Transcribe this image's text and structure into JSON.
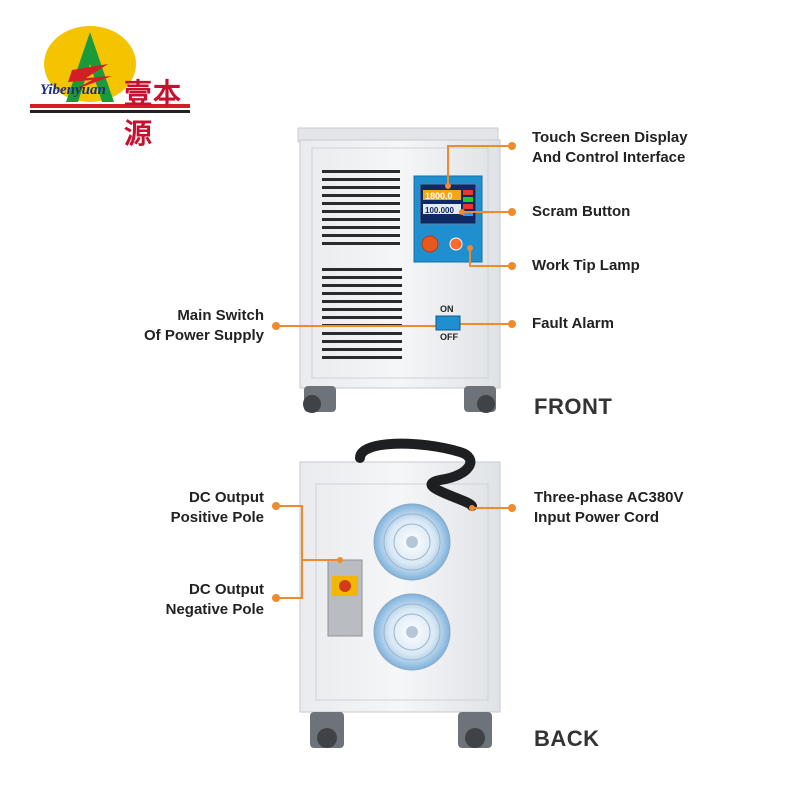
{
  "logo": {
    "letter": "A",
    "name_en": "Yibenyuan",
    "name_cn": "壹本源",
    "colors": {
      "yellow": "#f5c400",
      "green": "#1b9a3c",
      "red": "#d21f26",
      "navy": "#1a2a8a"
    }
  },
  "front": {
    "section_title": "FRONT",
    "screen_line1": "1800.0",
    "screen_line2": "100.000",
    "switch_on": "ON",
    "switch_off": "OFF",
    "callouts": {
      "touch_screen_1": "Touch Screen Display",
      "touch_screen_2": "And Control Interface",
      "scram": "Scram Button",
      "lamp": "Work Tip Lamp",
      "fault": "Fault Alarm",
      "main_switch_1": "Main Switch",
      "main_switch_2": "Of Power Supply"
    }
  },
  "back": {
    "section_title": "BACK",
    "callouts": {
      "pos_1": "DC Output",
      "pos_2": "Positive Pole",
      "neg_1": "DC Output",
      "neg_2": "Negative Pole",
      "cord_1": "Three-phase AC380V",
      "cord_2": "Input Power Cord"
    }
  },
  "accent_color": "#f08a2a"
}
